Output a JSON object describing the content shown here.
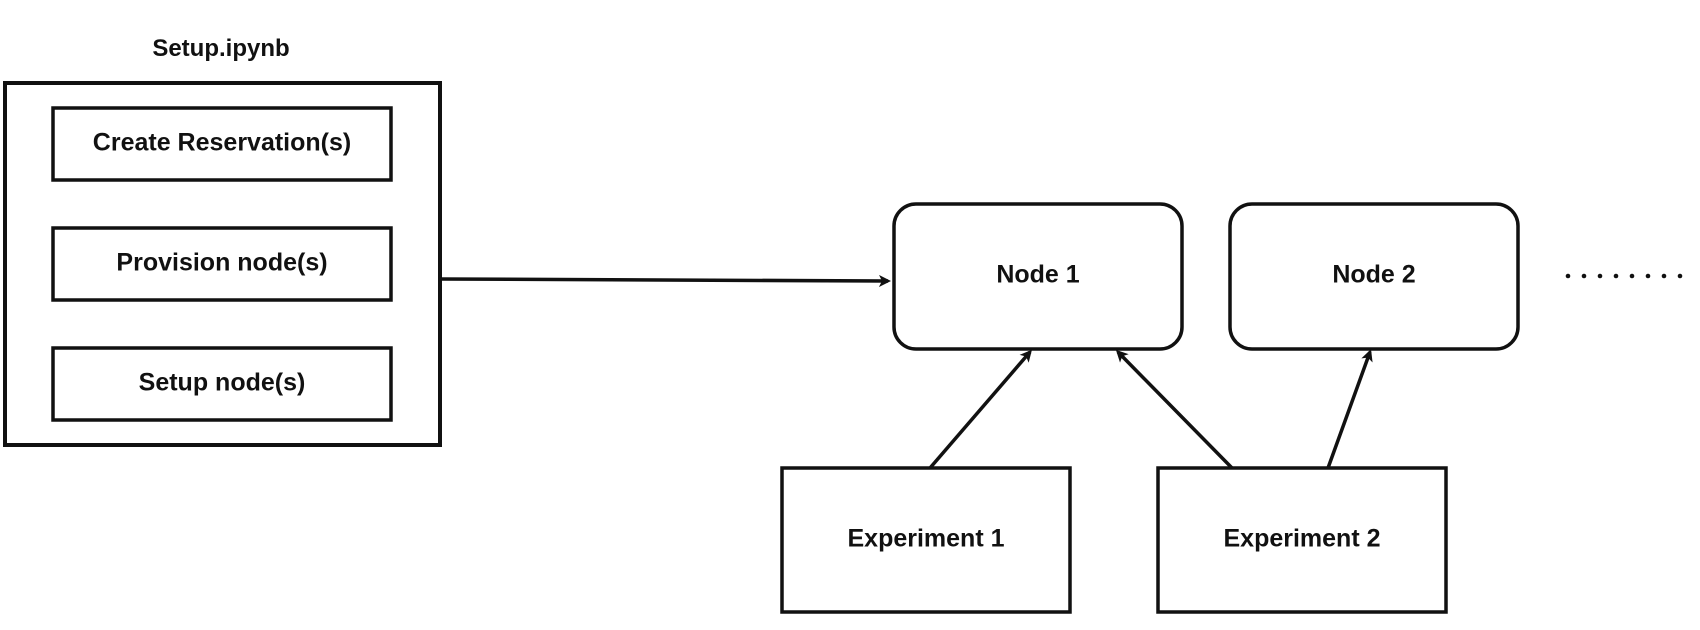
{
  "diagram": {
    "setup_title": "Setup.ipynb",
    "steps": [
      "Create Reservation(s)",
      "Provision node(s)",
      "Setup node(s)"
    ],
    "nodes": [
      "Node 1",
      "Node 2"
    ],
    "experiments": [
      "Experiment 1",
      "Experiment 2"
    ],
    "colors": {
      "stroke": "#111111",
      "fill": "#ffffff",
      "text": "#111111"
    }
  }
}
